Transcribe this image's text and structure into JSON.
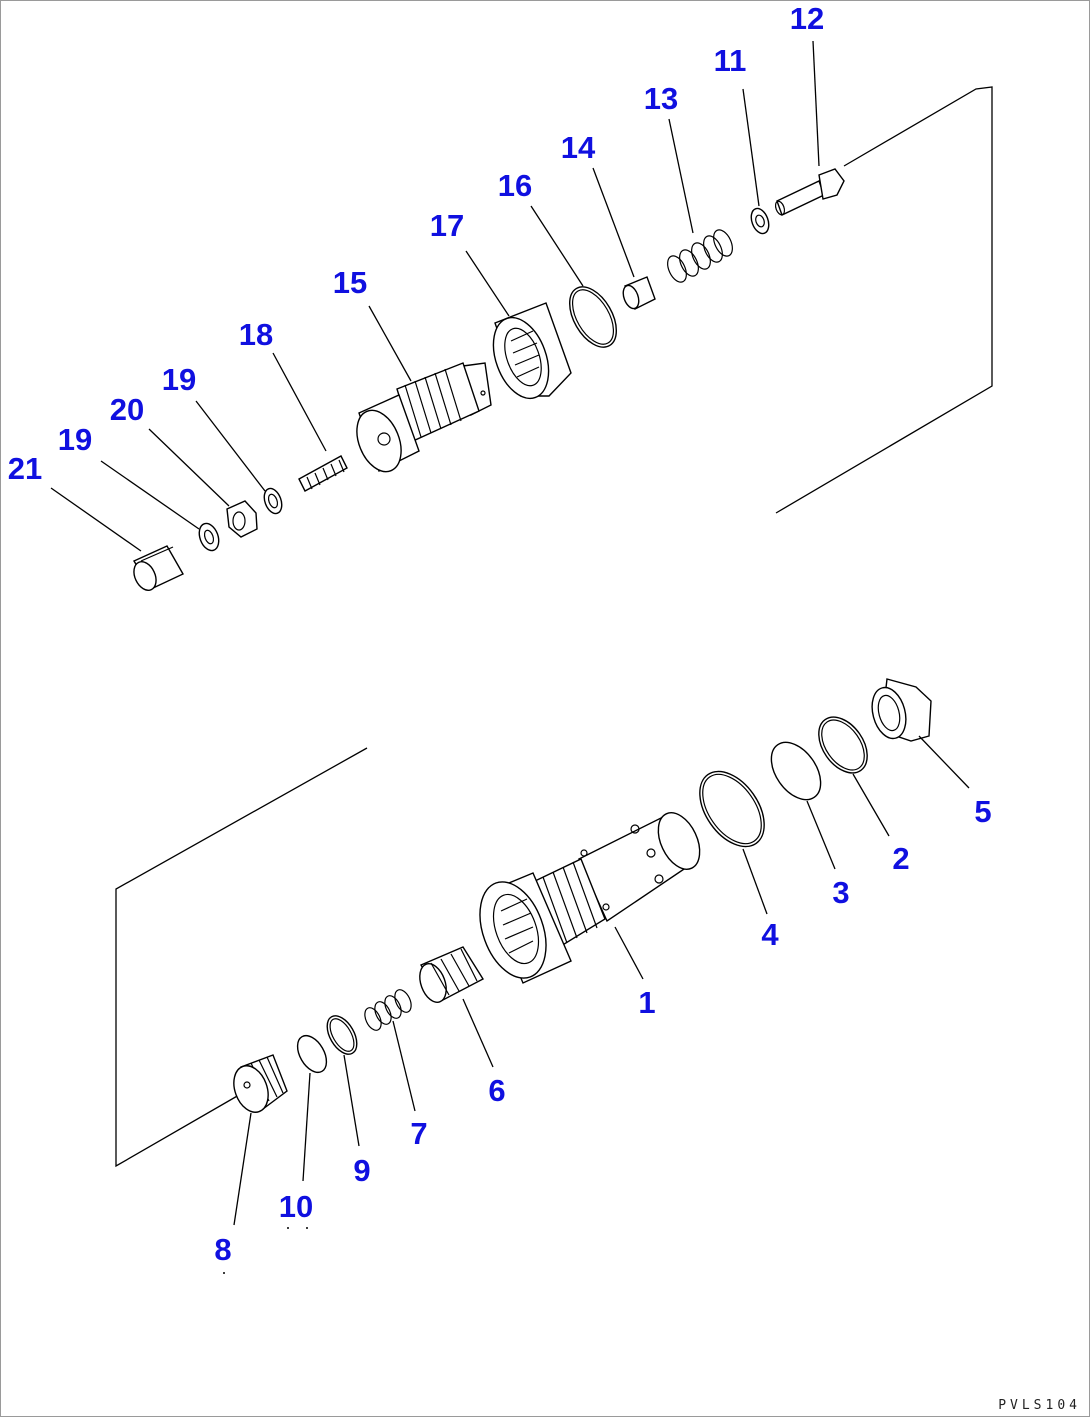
{
  "callouts": {
    "c1": "1",
    "c2": "2",
    "c3": "3",
    "c4": "4",
    "c5": "5",
    "c6": "6",
    "c7": "7",
    "c8": "8",
    "c9": "9",
    "c10": "10",
    "c11": "11",
    "c12": "12",
    "c13": "13",
    "c14": "14",
    "c15": "15",
    "c16": "16",
    "c17": "17",
    "c18": "18",
    "c19a": "19",
    "c19b": "19",
    "c20": "20",
    "c21": "21"
  },
  "drawing_code": "PVLS104",
  "colors": {
    "callout": "#1010e0",
    "line": "#000000",
    "border": "#9a9a9a"
  }
}
